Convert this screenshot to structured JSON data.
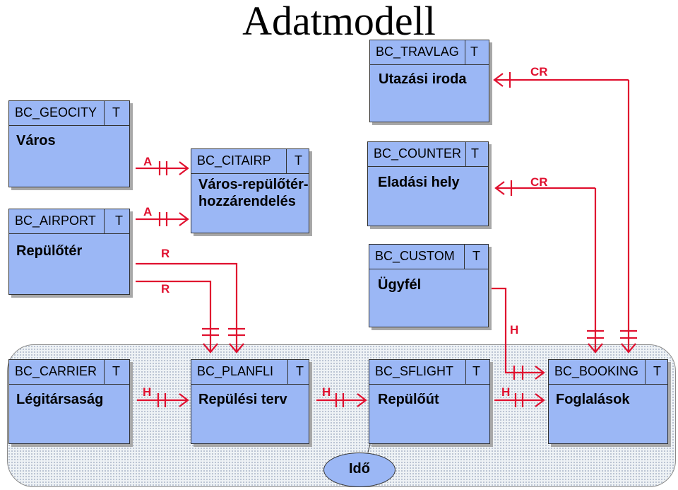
{
  "title": "Adatmodell",
  "entities": [
    {
      "code": "BC_TRAVLAG",
      "type": "T",
      "label": "Utazási iroda"
    },
    {
      "code": "BC_GEOCITY",
      "type": "T",
      "label": "Város"
    },
    {
      "code": "BC_AIRPORT",
      "type": "T",
      "label": "Repülőtér"
    },
    {
      "code": "BC_CITAIRP",
      "type": "T",
      "label": "Város-repülőtér-hozzárendelés"
    },
    {
      "code": "BC_COUNTER",
      "type": "T",
      "label": "Eladási hely"
    },
    {
      "code": "BC_CUSTOM",
      "type": "T",
      "label": "Ügyfél"
    },
    {
      "code": "BC_CARRIER",
      "type": "T",
      "label": "Légitársaság"
    },
    {
      "code": "BC_PLANFLI",
      "type": "T",
      "label": "Repülési terv"
    },
    {
      "code": "BC_SFLIGHT",
      "type": "T",
      "label": "Repülőút"
    },
    {
      "code": "BC_BOOKING",
      "type": "T",
      "label": "Foglalások"
    }
  ],
  "relation_labels": [
    "CR",
    "A",
    "A",
    "CR",
    "R",
    "R",
    "H",
    "H",
    "H",
    "H"
  ],
  "time_zone_label": "Idő",
  "colors": {
    "entity_fill": "#9bb7f5",
    "connector": "#e0102f",
    "shadow": "#a8a8a8"
  }
}
